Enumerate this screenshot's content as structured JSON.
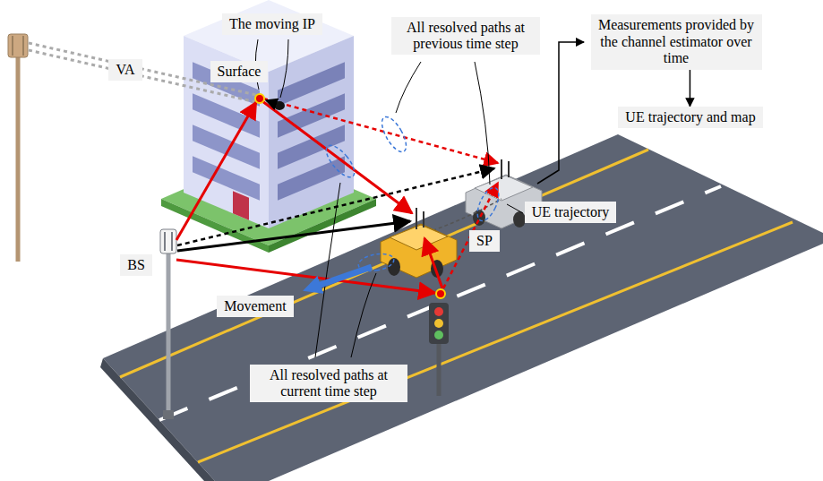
{
  "diagram": {
    "nodes": [
      {
        "text": [
          "The moving IP"
        ]
      },
      {
        "text": [
          "All resolved paths at previous time step"
        ]
      },
      {
        "text": [
          "Measurements provided by the channel estimator over time"
        ]
      },
      {
        "text": [
          "Surface"
        ]
      },
      {
        "text": [
          "VA"
        ]
      },
      {
        "text": [
          "UE trajectory and map"
        ]
      },
      {
        "text": [
          "UE trajectory"
        ]
      },
      {
        "text": [
          "SP"
        ]
      },
      {
        "text": [
          "BS"
        ]
      },
      {
        "text": [
          "Movement"
        ]
      },
      {
        "text": [
          "All resolved paths at current time step"
        ]
      }
    ],
    "edges": [
      {
        "from": 2,
        "to": 5,
        "arrow": "to"
      }
    ]
  }
}
